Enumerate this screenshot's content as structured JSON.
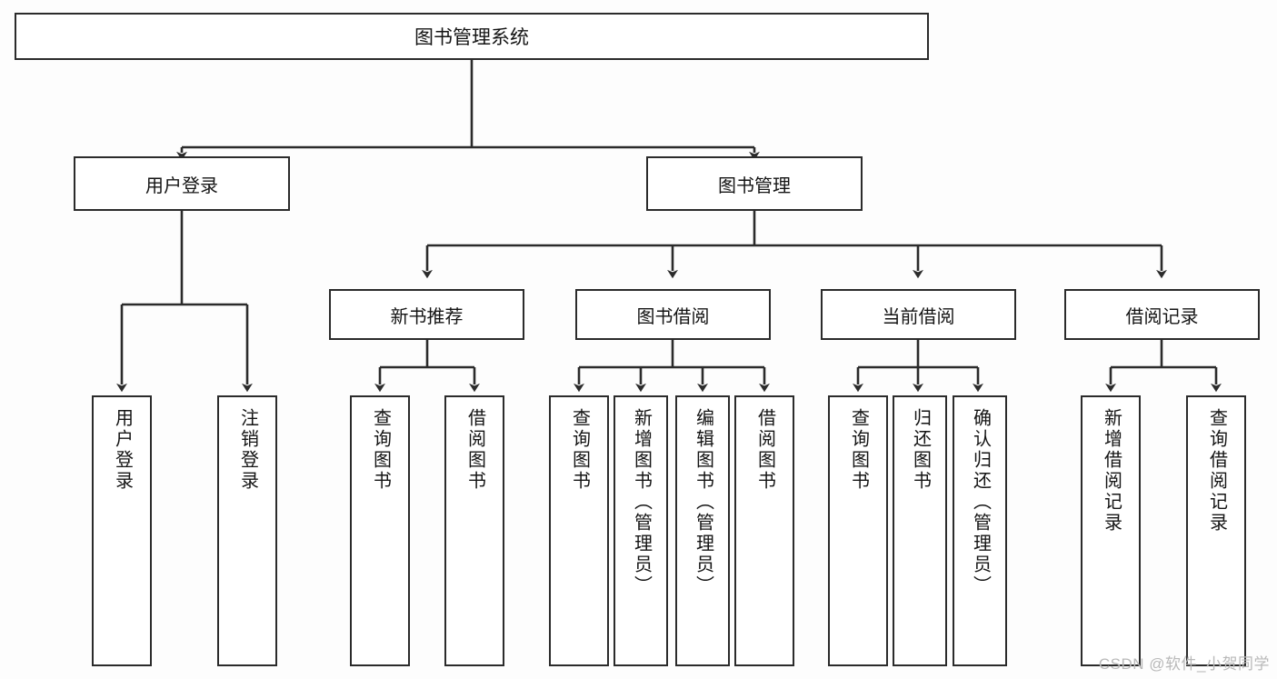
{
  "diagram": {
    "title": "图书管理系统",
    "type": "tree",
    "root": {
      "id": "root",
      "label": "图书管理系统"
    },
    "level2": [
      {
        "id": "user-login",
        "label": "用户登录"
      },
      {
        "id": "book-manage",
        "label": "图书管理"
      }
    ],
    "level3": [
      {
        "id": "new-book-recommend",
        "label": "新书推荐"
      },
      {
        "id": "book-borrow",
        "label": "图书借阅"
      },
      {
        "id": "current-borrow",
        "label": "当前借阅"
      },
      {
        "id": "borrow-record",
        "label": "借阅记录"
      }
    ],
    "leaves": {
      "user_login": [
        {
          "id": "leaf-user-login",
          "label": "用户登录"
        },
        {
          "id": "leaf-logout-login",
          "label": "注销登录"
        }
      ],
      "new_book_recommend": [
        {
          "id": "leaf-query-book-1",
          "label": "查询图书"
        },
        {
          "id": "leaf-borrow-book-1",
          "label": "借阅图书"
        }
      ],
      "book_borrow": [
        {
          "id": "leaf-query-book-2",
          "label": "查询图书"
        },
        {
          "id": "leaf-add-book",
          "label": "新增图书（管理员）"
        },
        {
          "id": "leaf-edit-book",
          "label": "编辑图书（管理员）"
        },
        {
          "id": "leaf-borrow-book-2",
          "label": "借阅图书"
        }
      ],
      "current_borrow": [
        {
          "id": "leaf-query-book-3",
          "label": "查询图书"
        },
        {
          "id": "leaf-return-book",
          "label": "归还图书"
        },
        {
          "id": "leaf-confirm-return",
          "label": "确认归还（管理员）"
        }
      ],
      "borrow_record": [
        {
          "id": "leaf-add-record",
          "label": "新增借阅记录"
        },
        {
          "id": "leaf-query-record",
          "label": "查询借阅记录"
        }
      ]
    }
  },
  "watermark": {
    "text": "CSDN @软件_小贺同学"
  },
  "colors": {
    "stroke": "#2b2b2b",
    "fill": "#ffffff",
    "background": "#fdfdfd",
    "watermark": "#b9b9b9"
  }
}
